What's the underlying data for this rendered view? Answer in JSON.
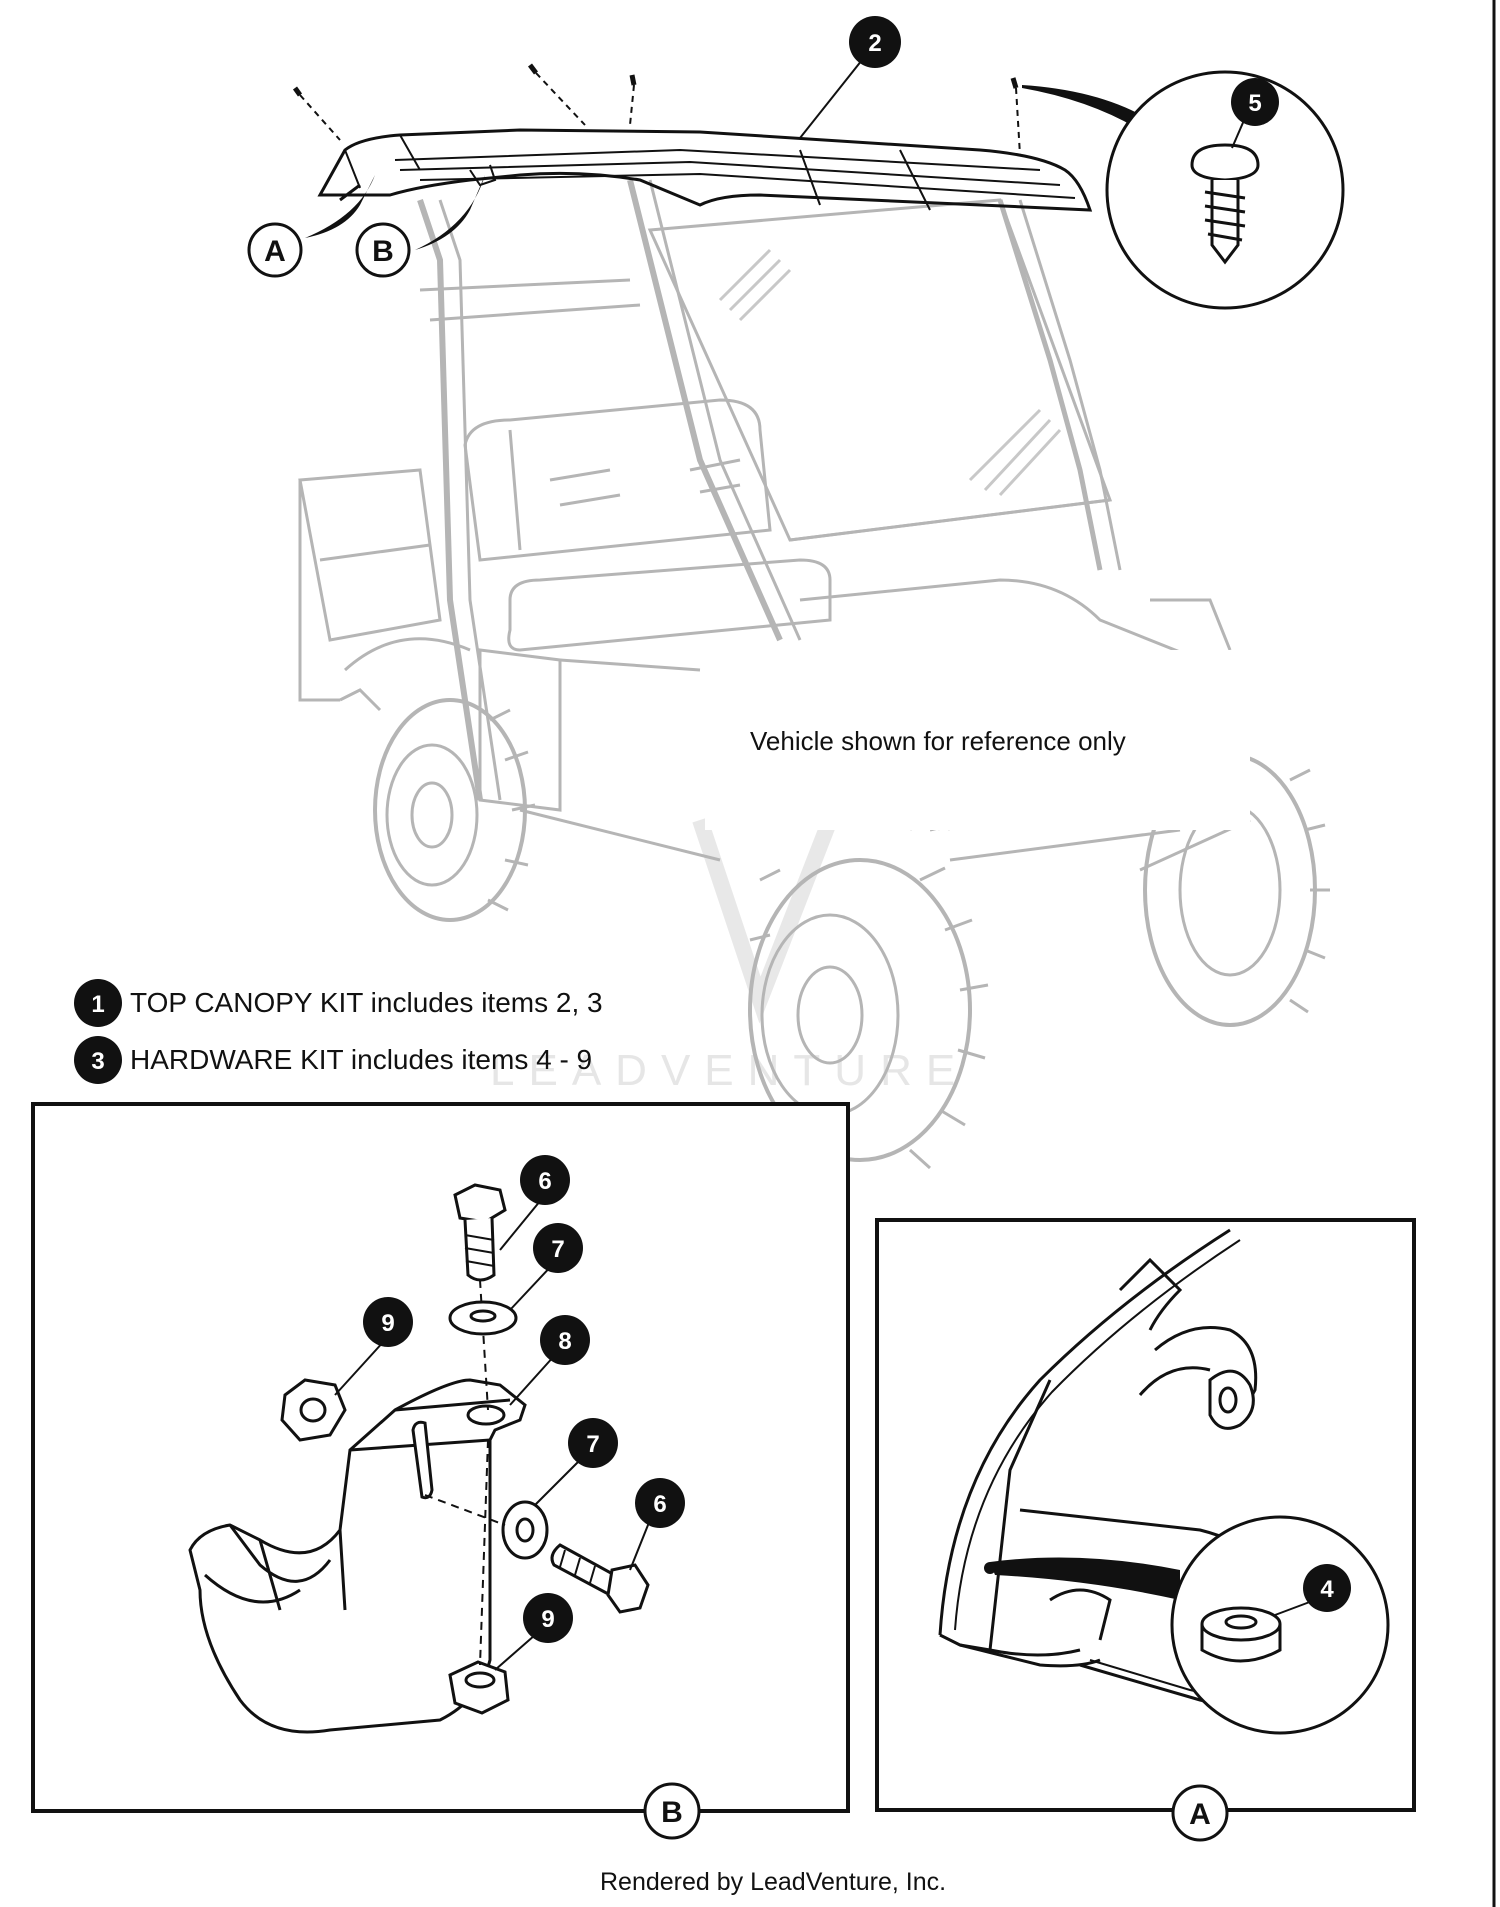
{
  "reference_note": "Vehicle shown for reference only",
  "legend": [
    {
      "number": "1",
      "text": "TOP CANOPY KIT includes items 2, 3"
    },
    {
      "number": "3",
      "text": "HARDWARE KIT includes items 4 - 9"
    }
  ],
  "callouts": {
    "canopy": "2",
    "screw": "5",
    "bolt_top": "6",
    "washer_top": "7",
    "bracket": "8",
    "nut_left": "9",
    "washer_side": "7",
    "bolt_side": "6",
    "nut_bottom": "9",
    "spacer": "4"
  },
  "detail_letters": {
    "a_main": "A",
    "b_main": "B",
    "b_panel": "B",
    "a_panel": "A"
  },
  "watermark": "LEADVENTURE",
  "footer": "Rendered by LeadVenture, Inc.",
  "colors": {
    "line": "#111111",
    "faint": "#b5b5b5",
    "callout_fill": "#111111"
  }
}
